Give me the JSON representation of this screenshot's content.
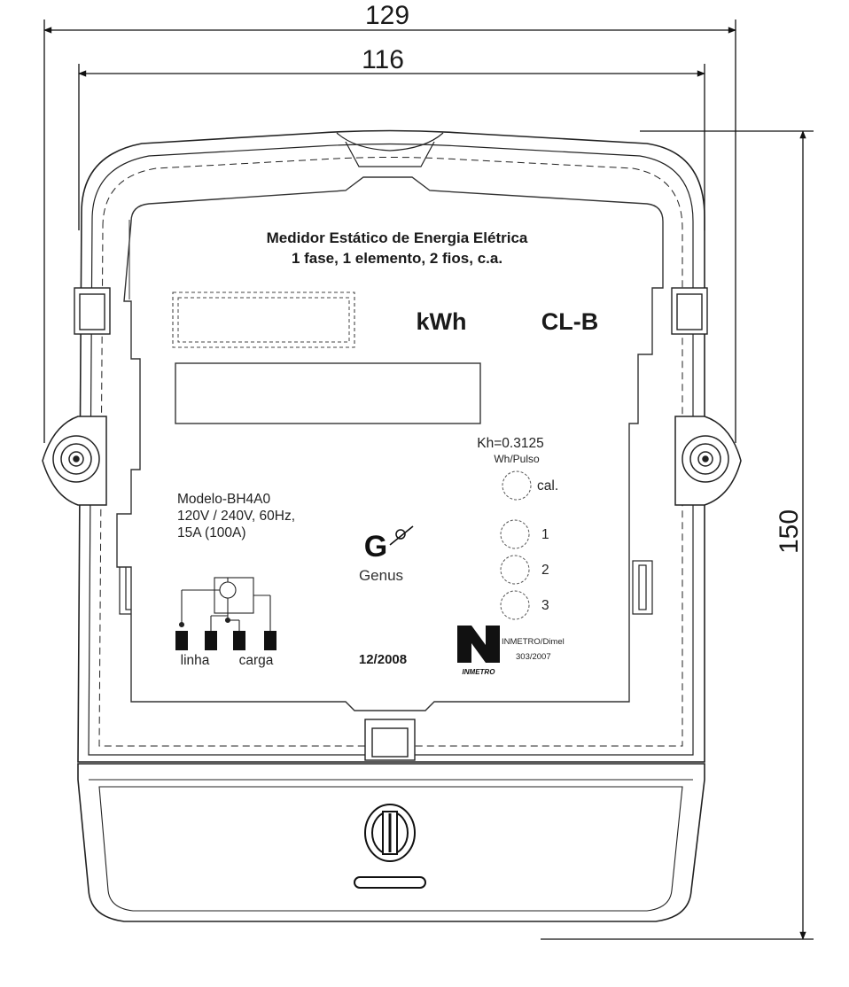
{
  "dimensions": {
    "overall_width": "129",
    "case_width": "116",
    "height": "150"
  },
  "faceplate": {
    "title_line1": "Medidor Estático de Energia Elétrica",
    "title_line2": "1 fase, 1 elemento, 2 fios, c.a.",
    "unit": "kWh",
    "class": "CL-B",
    "kh": "Kh=0.3125",
    "kh_unit": "Wh/Pulso",
    "model": "Modelo-BH4A0",
    "voltage": "120V / 240V, 60Hz,",
    "current": "15A (100A)",
    "brand": "Genus",
    "brand_letter": "G",
    "cal_label": "cal.",
    "indicator_1": "1",
    "indicator_2": "2",
    "indicator_3": "3",
    "terminal_line": "linha",
    "terminal_load": "carga",
    "date": "12/2008",
    "cert_line1": "INMETRO/Dimel",
    "cert_line2": "303/2007",
    "cert_logo_text": "INMETRO"
  }
}
